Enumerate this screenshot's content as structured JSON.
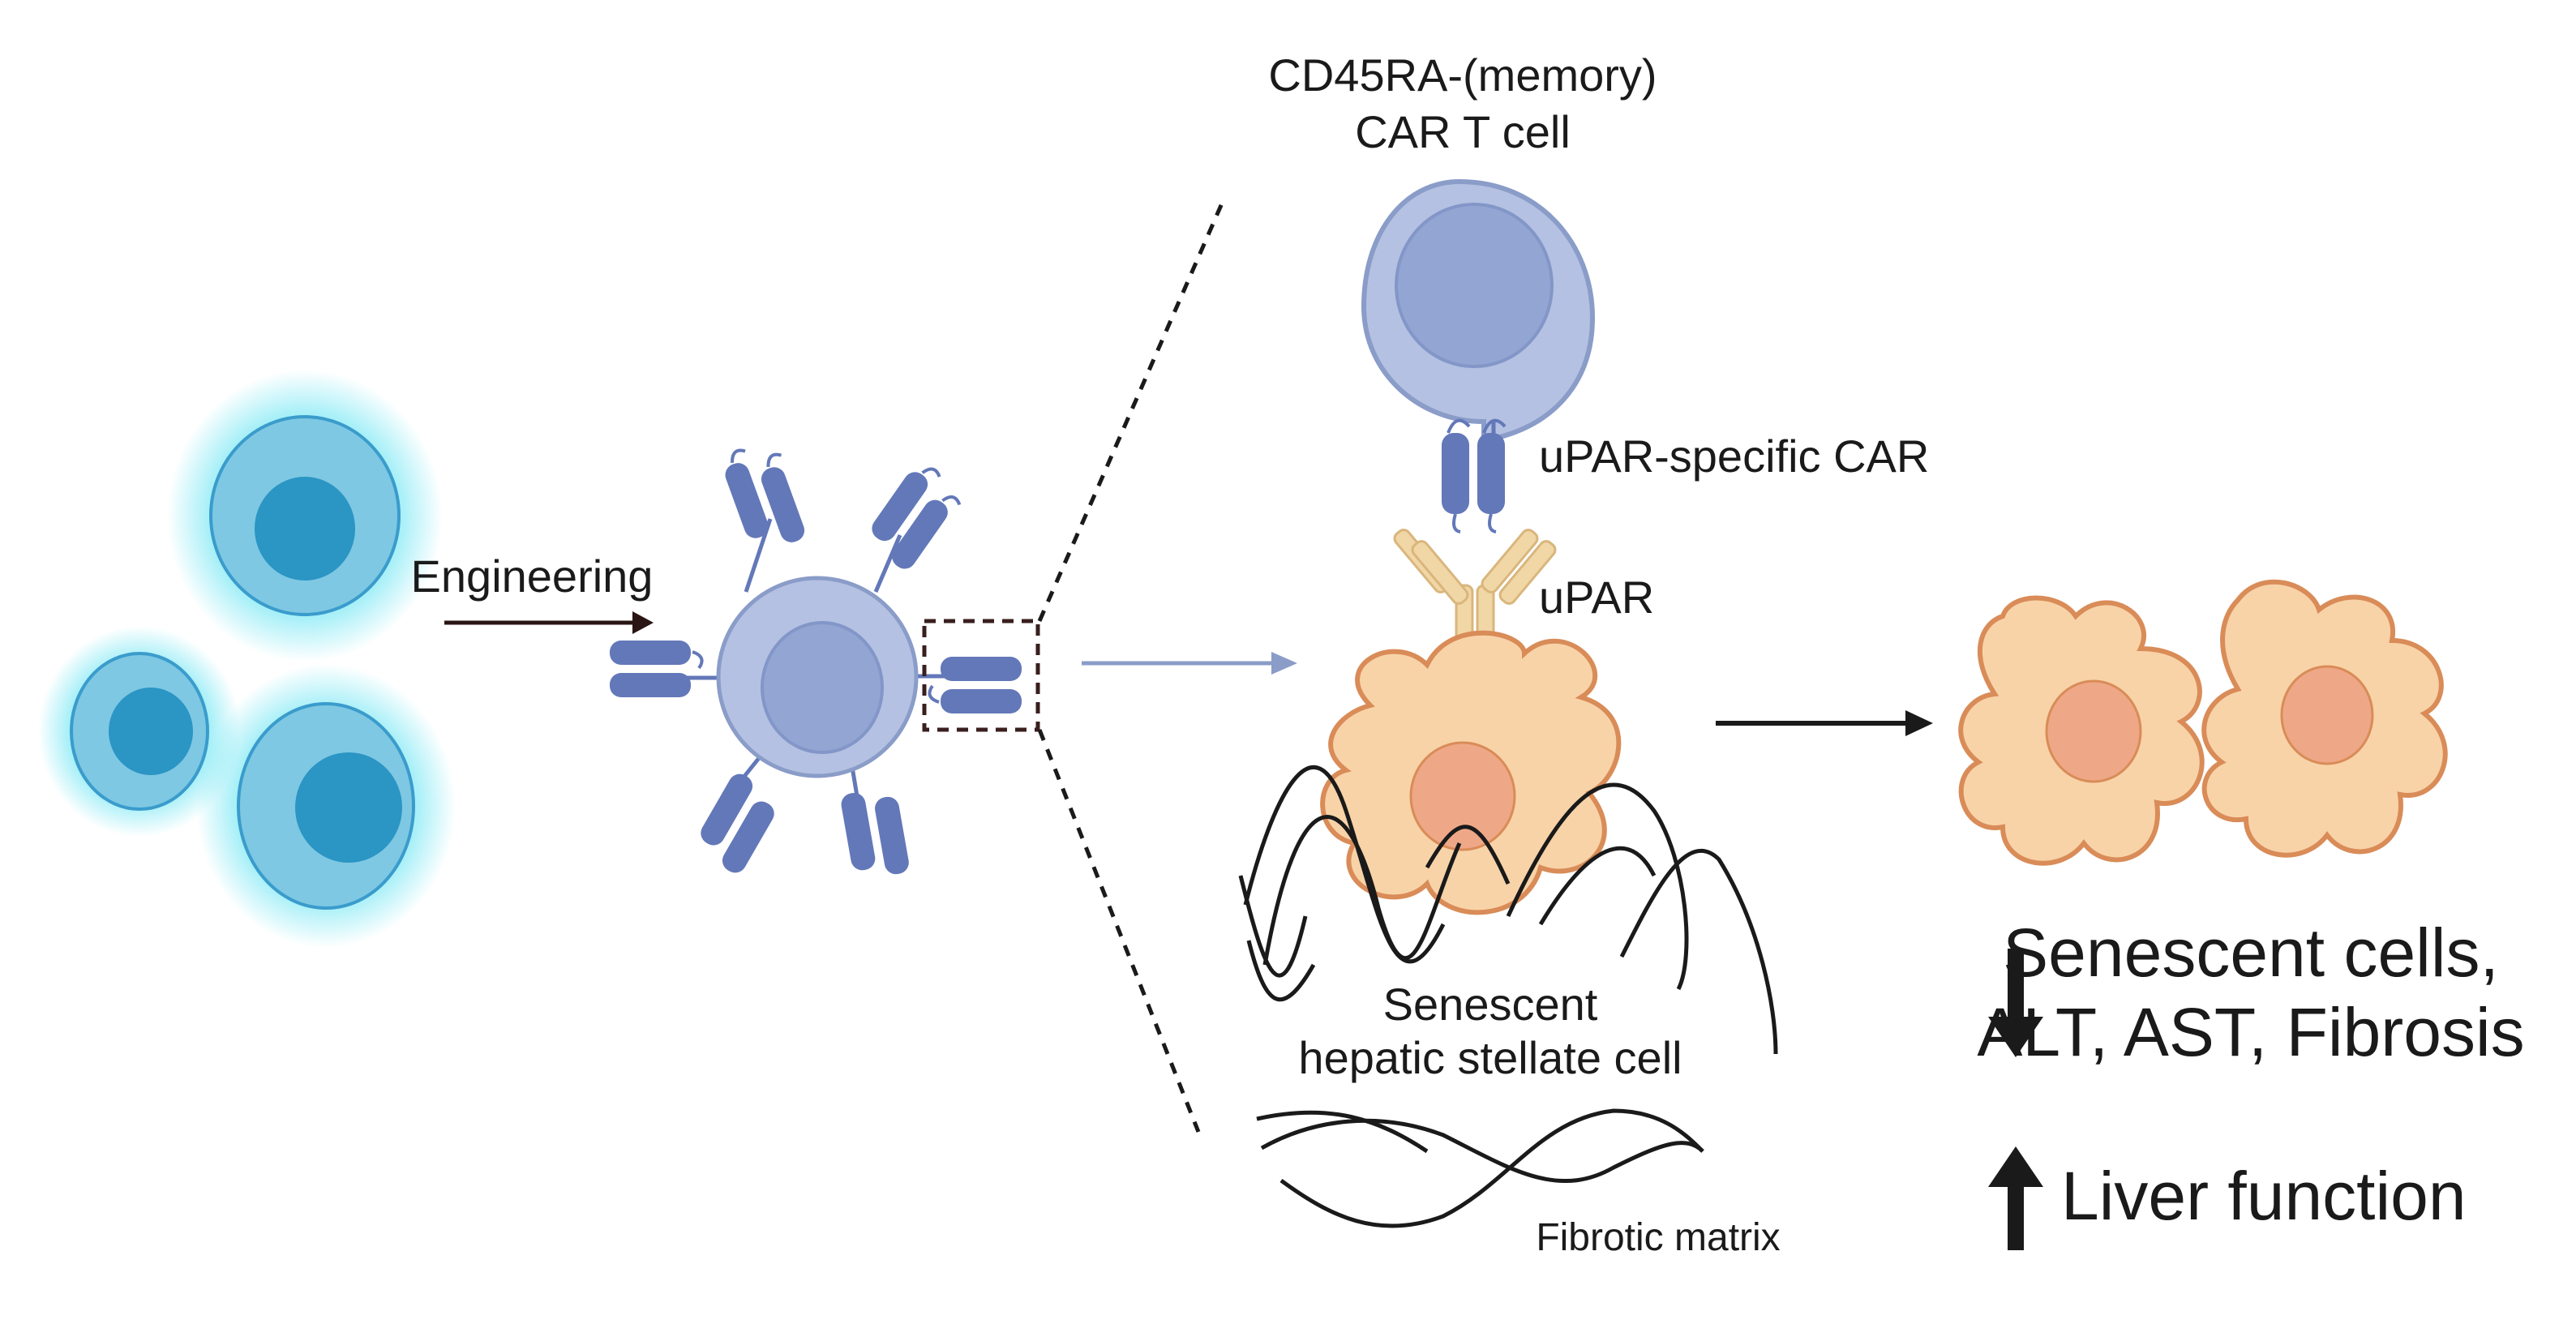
{
  "labels": {
    "engineering": "Engineering",
    "car_t_cell_line1": "CD45RA-(memory)",
    "car_t_cell_line2": "CAR T cell",
    "upar_car": "uPAR-specific CAR",
    "upar": "uPAR",
    "senescent_line1": "Senescent",
    "senescent_line2": "hepatic stellate cell",
    "fibrotic_matrix": "Fibrotic matrix",
    "decrease_line1": "Senescent cells,",
    "decrease_line2": "ALT, AST, Fibrosis",
    "increase": "Liver function"
  },
  "colors": {
    "naive_cell_fill": "#7ec8e3",
    "naive_cell_nucleus": "#2b95c4",
    "naive_cell_glow": "#5fe3f2",
    "car_t_fill": "#b4c1e2",
    "car_t_nucleus": "#93a5d2",
    "receptor": "#6378b8",
    "upar": "#f1d6a6",
    "stellate_fill": "#f8d3a8",
    "stellate_stroke": "#d98c58",
    "stellate_nucleus": "#eea887",
    "line_dark": "#1a1a1a",
    "arrow_blue": "#8a9cc8"
  },
  "icons": {
    "decrease": "down-arrow-icon",
    "increase": "up-arrow-icon"
  }
}
